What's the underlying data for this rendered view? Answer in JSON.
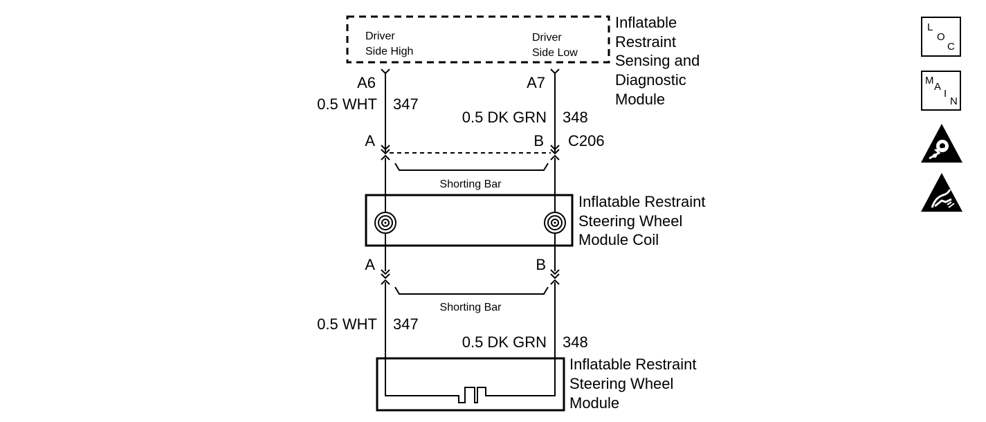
{
  "module_top": {
    "title_lines": [
      "Inflatable",
      "Restraint",
      "Sensing and",
      "Diagnostic",
      "Module"
    ],
    "left_terminal": [
      "Driver",
      "Side High"
    ],
    "right_terminal": [
      "Driver",
      "Side Low"
    ]
  },
  "pins": {
    "left": "A6",
    "right": "A7"
  },
  "wires": {
    "left": {
      "gauge_color": "0.5 WHT",
      "circuit": "347"
    },
    "right": {
      "gauge_color": "0.5 DK GRN",
      "circuit": "348"
    }
  },
  "connector_upper": {
    "left": "A",
    "right": "B",
    "id": "C206"
  },
  "shorting_bar_label": "Shorting Bar",
  "coil": {
    "title_lines": [
      "Inflatable Restraint",
      "Steering Wheel",
      "Module Coil"
    ]
  },
  "connector_lower": {
    "left": "A",
    "right": "B"
  },
  "module_bottom": {
    "title_lines": [
      "Inflatable Restraint",
      "Steering Wheel",
      "Module"
    ]
  },
  "side_icons": {
    "loc": {
      "letters": [
        "L",
        "O",
        "C"
      ],
      "icon": "loc-icon"
    },
    "main": {
      "letters": [
        "M",
        "A",
        "I",
        "N"
      ],
      "icon": "main-icon"
    },
    "airbag_warning": {
      "icon": "airbag-warning-icon"
    },
    "esd_warning": {
      "icon": "esd-warning-icon"
    }
  }
}
